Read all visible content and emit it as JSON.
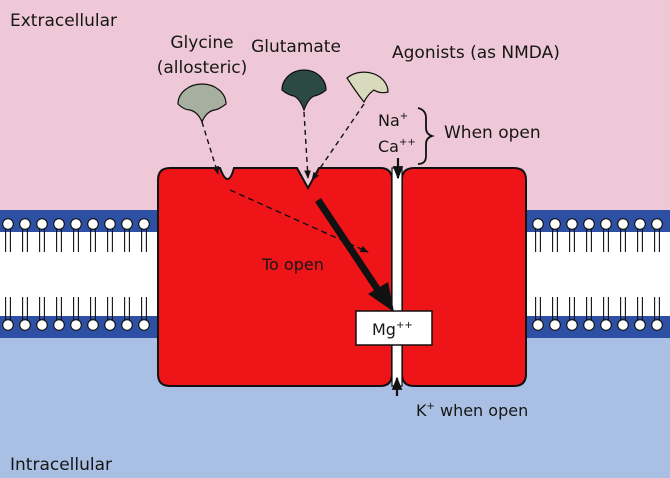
{
  "regions": {
    "extracellular": "Extracellular",
    "intracellular": "Intracellular"
  },
  "ligands": {
    "glycine_line1": "Glycine",
    "glycine_line2": "(allosteric)",
    "glutamate": "Glutamate",
    "agonists": "Agonists (as NMDA)"
  },
  "ions": {
    "na": "Na",
    "na_charge": "+",
    "ca": "Ca",
    "ca_charge": "++",
    "when_open": "When open",
    "k": "K",
    "k_charge": "+",
    "k_when_open": " when open"
  },
  "channel": {
    "to_open": "To open",
    "mg": "Mg",
    "mg_charge": "++"
  },
  "colors": {
    "extracellular_bg": "#eec8d6",
    "intracellular_bg": "#a9c0e4",
    "membrane_blue": "#2d4fa4",
    "lipid_band": "#ffffff",
    "receptor_red": "#ee1418",
    "glycine_ligand": "#a7b09e",
    "glutamate_ligand": "#2d4a42",
    "agonist_ligand": "#d8dabd"
  },
  "icons": {
    "glycine": "glycine-ligand-icon",
    "glutamate": "glutamate-ligand-icon",
    "agonist": "agonist-ligand-icon"
  }
}
